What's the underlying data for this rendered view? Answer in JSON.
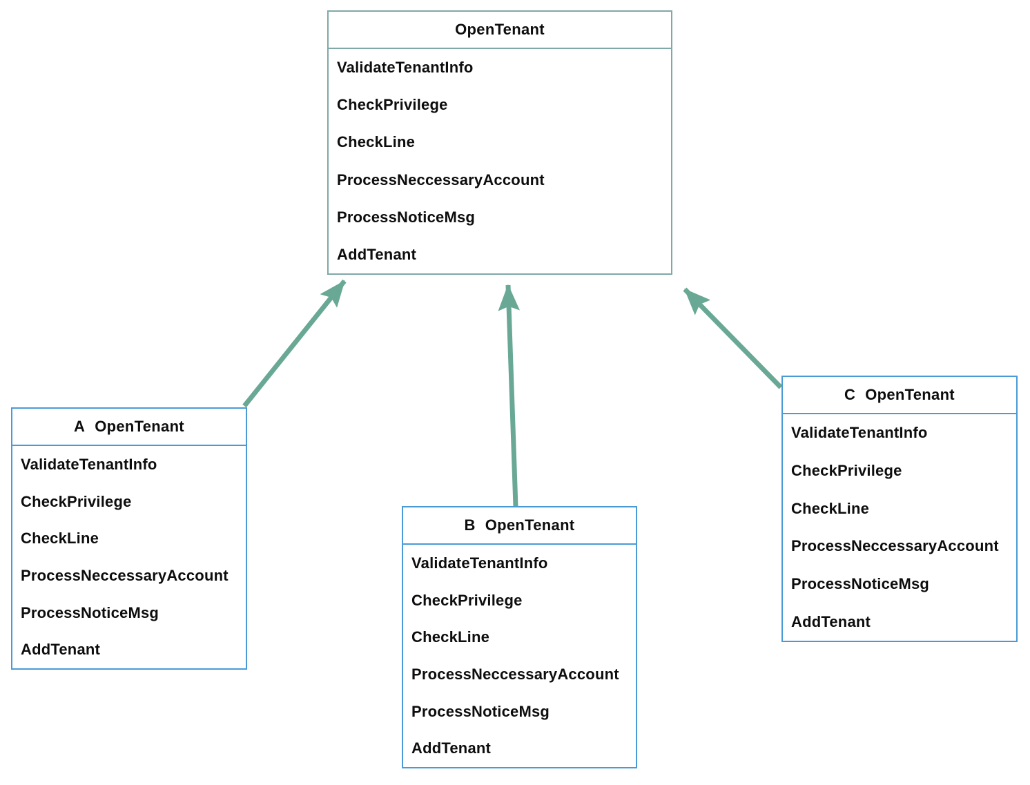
{
  "colors": {
    "background": "#ffffff",
    "parent_border": "#7fa8a8",
    "child_border": "#4a9ad5",
    "arrow": "#68a894",
    "text": "#0d0d0d"
  },
  "classes": [
    {
      "id": "parent",
      "prefix": "",
      "name": "OpenTenant",
      "methods": [
        "ValidateTenantInfo",
        "CheckPrivilege",
        "CheckLine",
        "ProcessNeccessaryAccount",
        "ProcessNoticeMsg",
        "AddTenant"
      ]
    },
    {
      "id": "a",
      "prefix": "A",
      "name": "OpenTenant",
      "methods": [
        "ValidateTenantInfo",
        "CheckPrivilege",
        "CheckLine",
        "ProcessNeccessaryAccount",
        "ProcessNoticeMsg",
        "AddTenant"
      ]
    },
    {
      "id": "b",
      "prefix": "B",
      "name": "OpenTenant",
      "methods": [
        "ValidateTenantInfo",
        "CheckPrivilege",
        "CheckLine",
        "ProcessNeccessaryAccount",
        "ProcessNoticeMsg",
        "AddTenant"
      ]
    },
    {
      "id": "c",
      "prefix": "C",
      "name": "OpenTenant",
      "methods": [
        "ValidateTenantInfo",
        "CheckPrivilege",
        "CheckLine",
        "ProcessNeccessaryAccount",
        "ProcessNoticeMsg",
        "AddTenant"
      ]
    }
  ],
  "arrows": [
    {
      "from": "A OpenTenant",
      "to": "OpenTenant"
    },
    {
      "from": "B OpenTenant",
      "to": "OpenTenant"
    },
    {
      "from": "C OpenTenant",
      "to": "OpenTenant"
    }
  ]
}
